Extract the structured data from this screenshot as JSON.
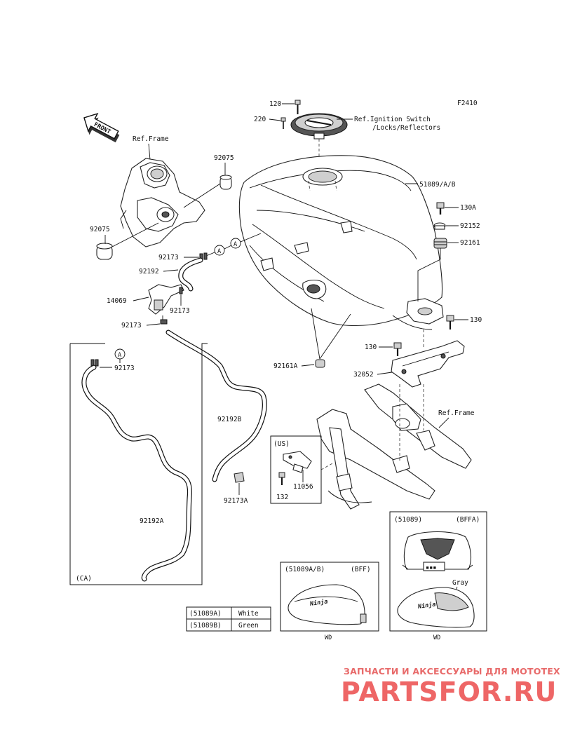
{
  "figure_code": "F2410",
  "front_arrow": "FRONT",
  "refs": {
    "frame_top": "Ref.Frame",
    "frame_right": "Ref.Frame",
    "ignition_line1": "Ref.Ignition Switch",
    "ignition_line2": "/Locks/Reflectors"
  },
  "parts": {
    "p120": "120",
    "p220": "220",
    "p51089ab": "51089/A/B",
    "p130a": "130A",
    "p92152": "92152",
    "p92161": "92161",
    "p130_right": "130",
    "p130_mid": "130",
    "p32052": "32052",
    "p92161a": "92161A",
    "p92075_top": "92075",
    "p92075_left": "92075",
    "p92173_1": "92173",
    "p92192": "92192",
    "p14069": "14069",
    "p92173_2": "92173",
    "p92173_3": "92173",
    "p92173_ca": "92173",
    "p92192b": "92192B",
    "p92173a": "92173A",
    "p92192a": "92192A",
    "p132": "132",
    "p11056": "11056"
  },
  "circle_marks": {
    "a1": "A",
    "a2": "A",
    "a3": "A"
  },
  "boxes": {
    "ca": "(CA)",
    "us": "(US)",
    "bff_code": "(51089A/B)",
    "bff_tag": "(BFF)",
    "bffa_code": "(51089)",
    "bffa_tag": "(BFFA)",
    "bffa_gray": "Gray",
    "wd_left": "WD",
    "wd_right": "WD"
  },
  "color_table": [
    {
      "code": "(51089A)",
      "color": "White"
    },
    {
      "code": "(51089B)",
      "color": "Green"
    }
  ],
  "watermark": {
    "tagline": "ЗАПЧАСТИ И АКСЕССУАРЫ ДЛЯ МОТОТЕХНИКИ",
    "logo": "PARTSFOR.RU"
  }
}
